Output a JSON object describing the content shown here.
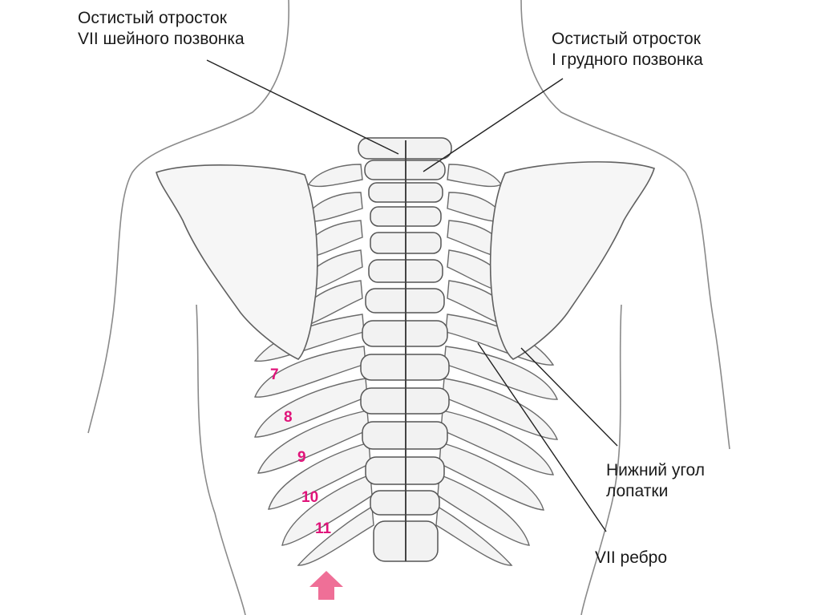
{
  "labels": {
    "c7_spinous": {
      "line1": "Остистый отросток",
      "line2": "VII шейного позвонка"
    },
    "t1_spinous": {
      "line1": "Остистый отросток",
      "line2": "I грудного позвонка"
    },
    "scapula_angle": {
      "line1": "Нижний угол",
      "line2": "лопатки"
    },
    "rib7": {
      "line1": "VII ребро"
    }
  },
  "rib_numbers": [
    "7",
    "8",
    "9",
    "10",
    "11"
  ],
  "colors": {
    "rib_numbers": "#e0147a",
    "arrow": "#ef6f97",
    "ink": "#6b6b6b",
    "bone": "#f3f3f3"
  },
  "icons": {
    "arrow": "up-arrow-icon"
  }
}
